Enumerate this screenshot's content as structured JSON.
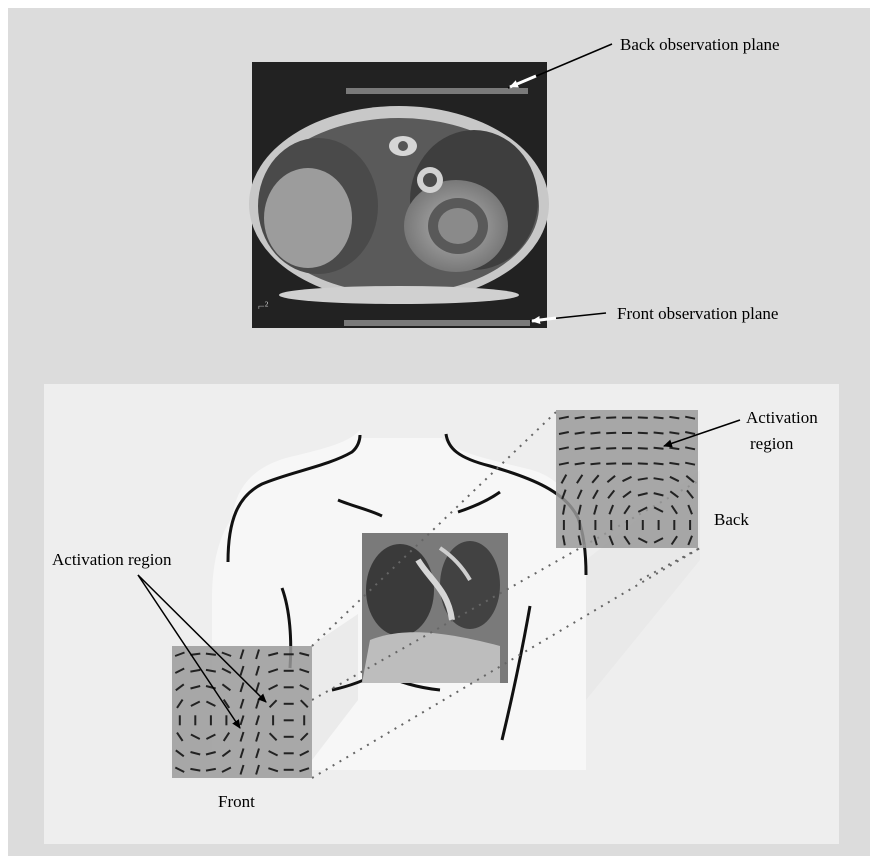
{
  "labels": {
    "back_plane": "Back observation plane",
    "front_plane": "Front observation plane",
    "activation_left": "Activation region",
    "activation_right_line1": "Activation",
    "activation_right_line2": "region",
    "back": "Back",
    "front": "Front"
  },
  "colors": {
    "frame_bg": "#dcdcdc",
    "panel_bg": "#eeeeee",
    "torso": "#f7f7f7",
    "observation_plane_bar": "#7a7a7a",
    "field_map": "#9a9a9a"
  },
  "mri_scale_mark": "⌐²"
}
